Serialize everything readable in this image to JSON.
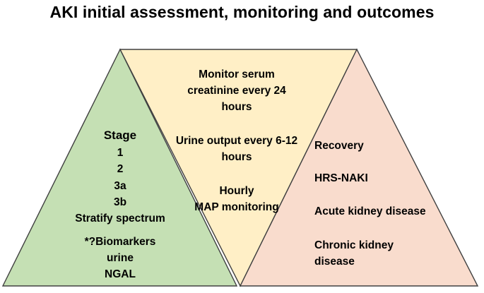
{
  "title": "AKI initial assessment, monitoring and outcomes",
  "colors": {
    "stage_fill": "#c5e0b4",
    "monitoring_fill": "#ffefc6",
    "outcomes_fill": "#f9dccd",
    "outline": "#404040"
  },
  "stage": {
    "heading": "Stage",
    "items": [
      "1",
      "2",
      "3a",
      "3b"
    ],
    "note": "Stratify spectrum",
    "biomarkers": [
      "*?Biomarkers",
      "urine",
      "NGAL"
    ]
  },
  "monitoring": {
    "serum": [
      "Monitor serum",
      "creatinine every 24",
      "hours"
    ],
    "urine": [
      "Urine output every 6-12",
      "hours"
    ],
    "map": [
      "Hourly",
      "MAP monitoring"
    ]
  },
  "outcomes": {
    "items": [
      "Recovery",
      "HRS-NAKI",
      "Acute kidney disease"
    ],
    "ckd": [
      "Chronic kidney",
      "disease"
    ]
  }
}
